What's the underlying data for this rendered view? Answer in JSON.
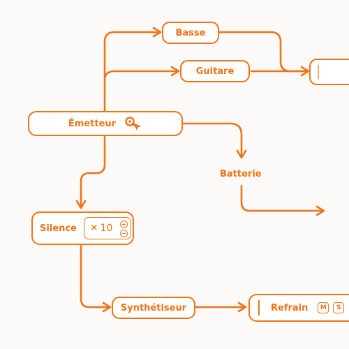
{
  "accent": "#f07316",
  "nodes": {
    "basse": "Basse",
    "guitare": "Guitare",
    "emetteur": "Émetteur",
    "batterie": "Batterie",
    "silence": "Silence",
    "repeat_symbol": "✕",
    "repeat_count": "10",
    "synthetiseur": "Synthétiseur",
    "refrain": "Refrain",
    "mute": "M",
    "solo": "S"
  },
  "icons": {
    "emetteur": "key-cursor-icon",
    "stepper_up": "plus-icon",
    "stepper_down": "minus-icon"
  }
}
